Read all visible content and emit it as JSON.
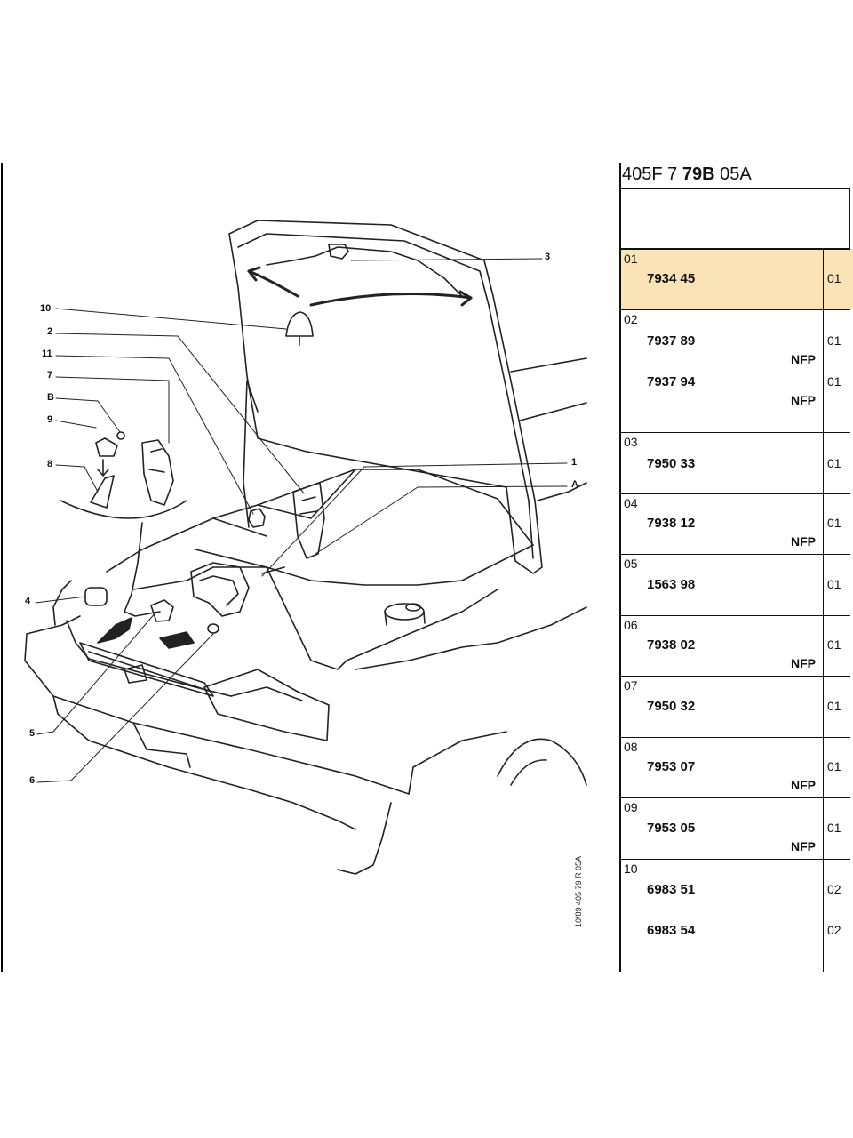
{
  "diagram": {
    "callouts": {
      "c1": "1",
      "c2": "2",
      "c3": "3",
      "c4": "4",
      "c5": "5",
      "c6": "6",
      "c7": "7",
      "c8": "8",
      "c9": "9",
      "c10": "10",
      "c11": "11",
      "cA": "A",
      "cB": "B"
    },
    "side_code": "10/89  405  79 R 05A"
  },
  "panel": {
    "ref_prefix": "405F 7 ",
    "ref_bold": "79B",
    "ref_suffix": " 05A",
    "rows": [
      {
        "num": "01",
        "items": [
          {
            "code": "7934 45",
            "qty": "01",
            "nfp": ""
          }
        ]
      },
      {
        "num": "02",
        "items": [
          {
            "code": "7937 89",
            "qty": "01",
            "nfp": "NFP"
          },
          {
            "code": "7937 94",
            "qty": "01",
            "nfp": "NFP"
          }
        ]
      },
      {
        "num": "03",
        "items": [
          {
            "code": "7950 33",
            "qty": "01",
            "nfp": ""
          }
        ]
      },
      {
        "num": "04",
        "items": [
          {
            "code": "7938 12",
            "qty": "01",
            "nfp": "NFP"
          }
        ]
      },
      {
        "num": "05",
        "items": [
          {
            "code": "1563 98",
            "qty": "01",
            "nfp": ""
          }
        ]
      },
      {
        "num": "06",
        "items": [
          {
            "code": "7938 02",
            "qty": "01",
            "nfp": "NFP"
          }
        ]
      },
      {
        "num": "07",
        "items": [
          {
            "code": "7950 32",
            "qty": "01",
            "nfp": ""
          }
        ]
      },
      {
        "num": "08",
        "items": [
          {
            "code": "7953 07",
            "qty": "01",
            "nfp": "NFP"
          }
        ]
      },
      {
        "num": "09",
        "items": [
          {
            "code": "7953 05",
            "qty": "01",
            "nfp": "NFP"
          }
        ]
      },
      {
        "num": "10",
        "items": [
          {
            "code": "6983 51",
            "qty": "02",
            "nfp": ""
          },
          {
            "code": "6983 54",
            "qty": "02",
            "nfp": ""
          }
        ]
      }
    ],
    "highlight_color": "#fbe3b8"
  }
}
